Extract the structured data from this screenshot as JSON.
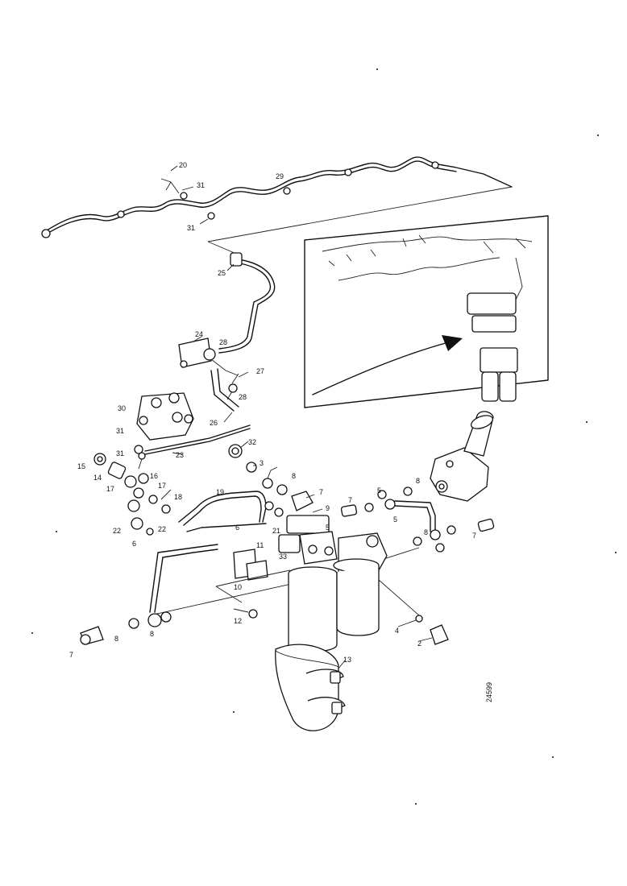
{
  "diagram": {
    "callouts": [
      {
        "id": "c20",
        "text": "20"
      },
      {
        "id": "c29",
        "text": "29"
      },
      {
        "id": "c31a",
        "text": "31"
      },
      {
        "id": "c31b",
        "text": "31"
      },
      {
        "id": "c25",
        "text": "25"
      },
      {
        "id": "c24",
        "text": "24"
      },
      {
        "id": "c28a",
        "text": "28"
      },
      {
        "id": "c27",
        "text": "27"
      },
      {
        "id": "c28b",
        "text": "28"
      },
      {
        "id": "c26",
        "text": "26"
      },
      {
        "id": "c30",
        "text": "30"
      },
      {
        "id": "c31c",
        "text": "31"
      },
      {
        "id": "c23",
        "text": "23"
      },
      {
        "id": "c32",
        "text": "32"
      },
      {
        "id": "c3",
        "text": "3"
      },
      {
        "id": "c15",
        "text": "15"
      },
      {
        "id": "c31d",
        "text": "31"
      },
      {
        "id": "c16",
        "text": "16"
      },
      {
        "id": "c14",
        "text": "14"
      },
      {
        "id": "c17a",
        "text": "17"
      },
      {
        "id": "c17b",
        "text": "17"
      },
      {
        "id": "c18",
        "text": "18"
      },
      {
        "id": "c19",
        "text": "19"
      },
      {
        "id": "c8a",
        "text": "8"
      },
      {
        "id": "c7a",
        "text": "7"
      },
      {
        "id": "c8b",
        "text": "8"
      },
      {
        "id": "c7b",
        "text": "7"
      },
      {
        "id": "c5a",
        "text": "5"
      },
      {
        "id": "c9",
        "text": "9"
      },
      {
        "id": "c5b",
        "text": "5"
      },
      {
        "id": "c5c",
        "text": "5"
      },
      {
        "id": "c21",
        "text": "21"
      },
      {
        "id": "c6a",
        "text": "6"
      },
      {
        "id": "c22a",
        "text": "22"
      },
      {
        "id": "c22b",
        "text": "22"
      },
      {
        "id": "c6b",
        "text": "6"
      },
      {
        "id": "c11",
        "text": "11"
      },
      {
        "id": "c8c",
        "text": "8"
      },
      {
        "id": "c7c",
        "text": "7"
      },
      {
        "id": "c33",
        "text": "33"
      },
      {
        "id": "c10",
        "text": "10"
      },
      {
        "id": "c12",
        "text": "12"
      },
      {
        "id": "c4",
        "text": "4"
      },
      {
        "id": "c2",
        "text": "2"
      },
      {
        "id": "c7d",
        "text": "7"
      },
      {
        "id": "c8d",
        "text": "8"
      },
      {
        "id": "c8e",
        "text": "8"
      },
      {
        "id": "c13",
        "text": "13"
      }
    ],
    "figure_code": "24599"
  }
}
